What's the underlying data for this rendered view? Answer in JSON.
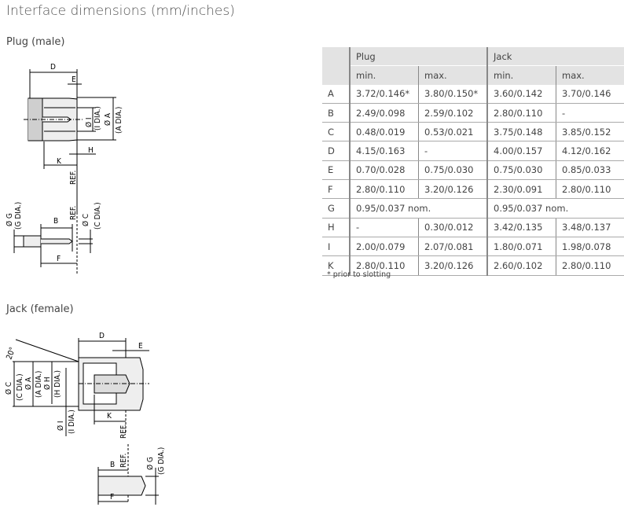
{
  "title": "Interface dimensions (mm/inches)",
  "plug_heading": "Plug (male)",
  "jack_heading": "Jack (female)",
  "drawing_labels": {
    "D": "D",
    "E": "E",
    "H": "H",
    "K": "K",
    "B": "B",
    "F": "F",
    "ref": "REF.",
    "dia_I": "Ø I",
    "I_dia": "(I DIA.)",
    "dia_A": "Ø A",
    "A_dia": "(A DIA.)",
    "dia_G": "Ø G",
    "G_dia": "(G DIA.)",
    "dia_C": "Ø C",
    "C_dia": "(C DIA.)",
    "dia_H": "Ø H",
    "H_dia": "(H DIA.)",
    "angle": "20°"
  },
  "table": {
    "groups": [
      "Plug",
      "Jack"
    ],
    "subheaders": [
      "min.",
      "max.",
      "min.",
      "max."
    ],
    "rows": [
      {
        "dim": "A",
        "vals": [
          "3.72/0.146*",
          "3.80/0.150*",
          "3.60/0.142",
          "3.70/0.146"
        ]
      },
      {
        "dim": "B",
        "vals": [
          "2.49/0.098",
          "2.59/0.102",
          "2.80/0.110",
          "-"
        ]
      },
      {
        "dim": "C",
        "vals": [
          "0.48/0.019",
          "0.53/0.021",
          "3.75/0.148",
          "3.85/0.152"
        ]
      },
      {
        "dim": "D",
        "vals": [
          "4.15/0.163",
          "-",
          "4.00/0.157",
          "4.12/0.162"
        ]
      },
      {
        "dim": "E",
        "vals": [
          "0.70/0.028",
          "0.75/0.030",
          "0.75/0.030",
          "0.85/0.033"
        ]
      },
      {
        "dim": "F",
        "vals": [
          "2.80/0.110",
          "3.20/0.126",
          "2.30/0.091",
          "2.80/0.110"
        ]
      },
      {
        "dim": "G",
        "merged": [
          "0.95/0.037 nom.",
          "0.95/0.037 nom."
        ]
      },
      {
        "dim": "H",
        "vals": [
          "-",
          "0.30/0.012",
          "3.42/0.135",
          "3.48/0.137"
        ]
      },
      {
        "dim": "I",
        "vals": [
          "2.00/0.079",
          "2.07/0.081",
          "1.80/0.071",
          "1.98/0.078"
        ]
      },
      {
        "dim": "K",
        "vals": [
          "2.80/0.110",
          "3.20/0.126",
          "2.60/0.102",
          "2.80/0.110"
        ]
      }
    ],
    "footnote": "* prior to slotting"
  }
}
